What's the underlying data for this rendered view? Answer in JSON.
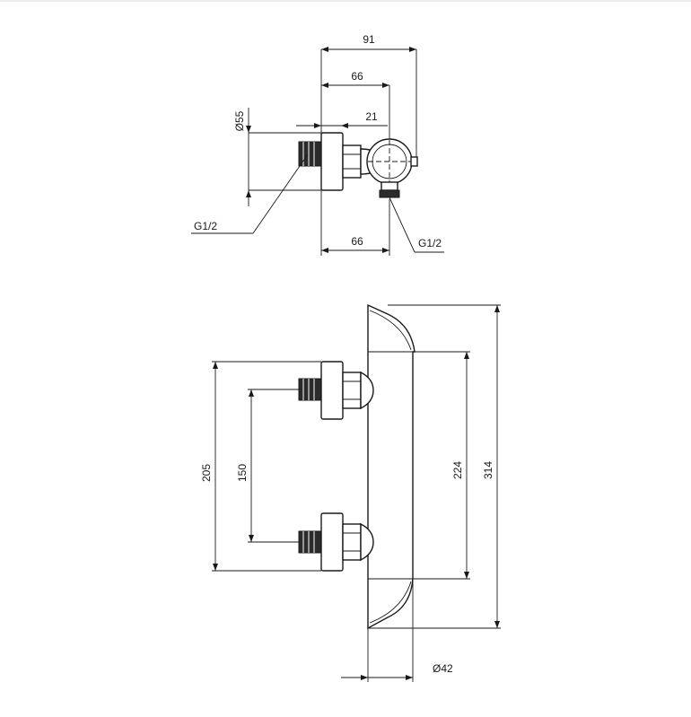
{
  "top_view": {
    "dim_width_overall": "91",
    "dim_width_body": "66",
    "dim_offset": "21",
    "dim_diameter_flange": "Ø55",
    "dim_width_bottom": "66",
    "thread_left": "G1/2",
    "thread_bottom": "G1/2"
  },
  "front_view": {
    "dim_inlet_spacing_outer": "205",
    "dim_inlet_spacing_center": "150",
    "dim_body_middle": "224",
    "dim_body_total": "314",
    "dim_body_diameter": "Ø42"
  },
  "colors": {
    "line": "#1a1a1a",
    "fill_dark": "#2b2b2b",
    "background": "#ffffff"
  }
}
